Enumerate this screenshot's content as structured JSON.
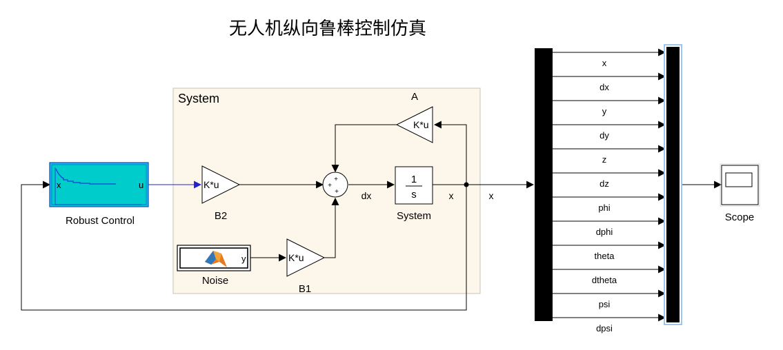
{
  "title": "无人机纵向鲁棒控制仿真",
  "subsystem": {
    "label": "System"
  },
  "colors": {
    "subsystem_fill": "#fdf6ea",
    "subsystem_border": "#c8c2b6",
    "robust_fill": "#00cccc",
    "robust_label": "#1a3fd6",
    "signal_blue": "#2222cc",
    "bus_black": "#000000",
    "demux_border": "#9fc5f0"
  },
  "blocks": {
    "robust": {
      "name": "Robust Control",
      "in_port": "x",
      "out_port": "u",
      "icon": "step-response-icon"
    },
    "gain_a": {
      "name": "A",
      "expr": "K*u"
    },
    "gain_b2": {
      "name": "B2",
      "expr": "K*u"
    },
    "gain_b1": {
      "name": "B1",
      "expr": "K*u"
    },
    "sum": {
      "signs": [
        "+",
        "+",
        "+"
      ]
    },
    "integrator": {
      "name": "System",
      "num": "1",
      "den": "s"
    },
    "noise": {
      "name": "Noise",
      "out_port": "y",
      "icon": "matlab-logo-icon"
    },
    "scope": {
      "name": "Scope",
      "icon": "scope-screen-icon"
    }
  },
  "signals": {
    "dx": "dx",
    "x_inner": "x",
    "x_outer": "x"
  },
  "bus_signals": [
    "x",
    "dx",
    "y",
    "dy",
    "z",
    "dz",
    "phi",
    "dphi",
    "theta",
    "dtheta",
    "psi",
    "dpsi"
  ]
}
